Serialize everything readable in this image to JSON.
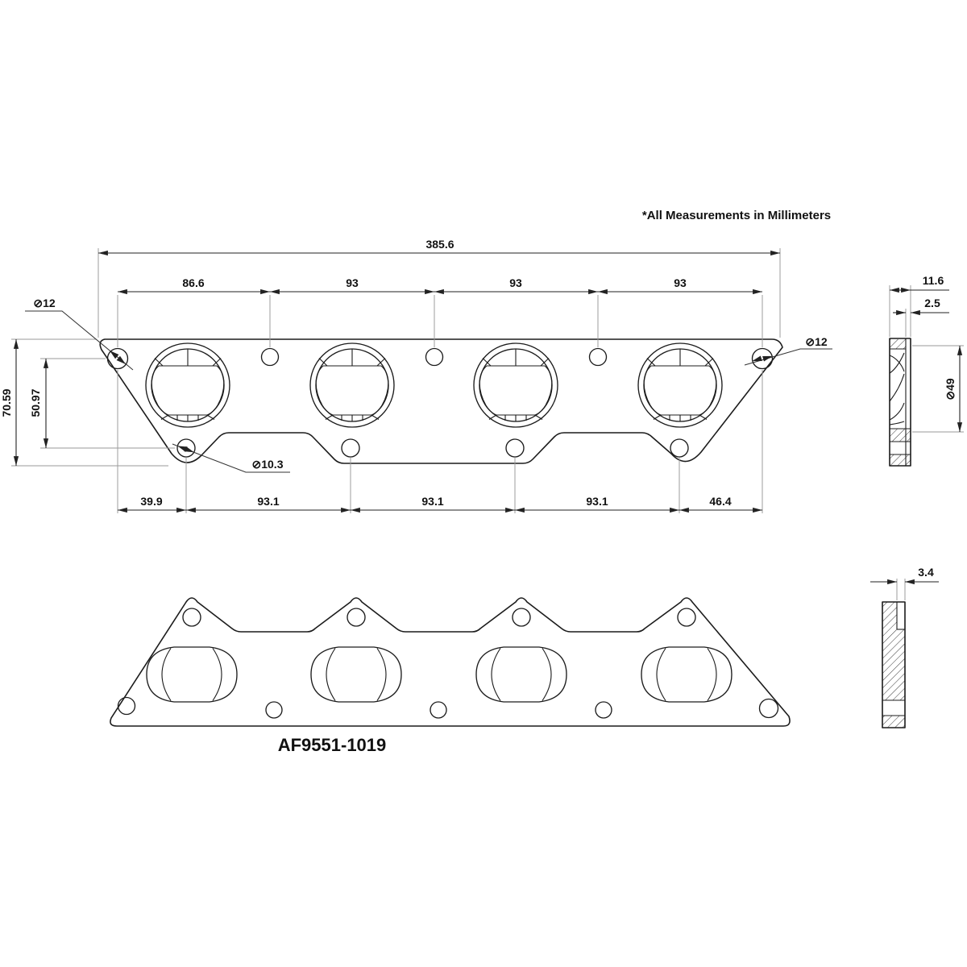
{
  "note": "*All Measurements in Millimeters",
  "part_number": "AF9551-1019",
  "top_view": {
    "overall_width": "385.6",
    "top_spacings": [
      "86.6",
      "93",
      "93",
      "93"
    ],
    "bottom_spacings": [
      "39.9",
      "93.1",
      "93.1",
      "93.1",
      "46.4"
    ],
    "overall_height": "70.59",
    "corner_hole_offset": "50.97",
    "corner_hole_diameter_left": "⊘12",
    "corner_hole_diameter_right": "⊘12",
    "lower_hole_diameter": "⊘10.3"
  },
  "side_view_upper": {
    "total_thickness": "11.6",
    "step_thickness": "2.5",
    "port_diameter": "⊘49"
  },
  "side_view_lower": {
    "thickness": "3.4"
  }
}
